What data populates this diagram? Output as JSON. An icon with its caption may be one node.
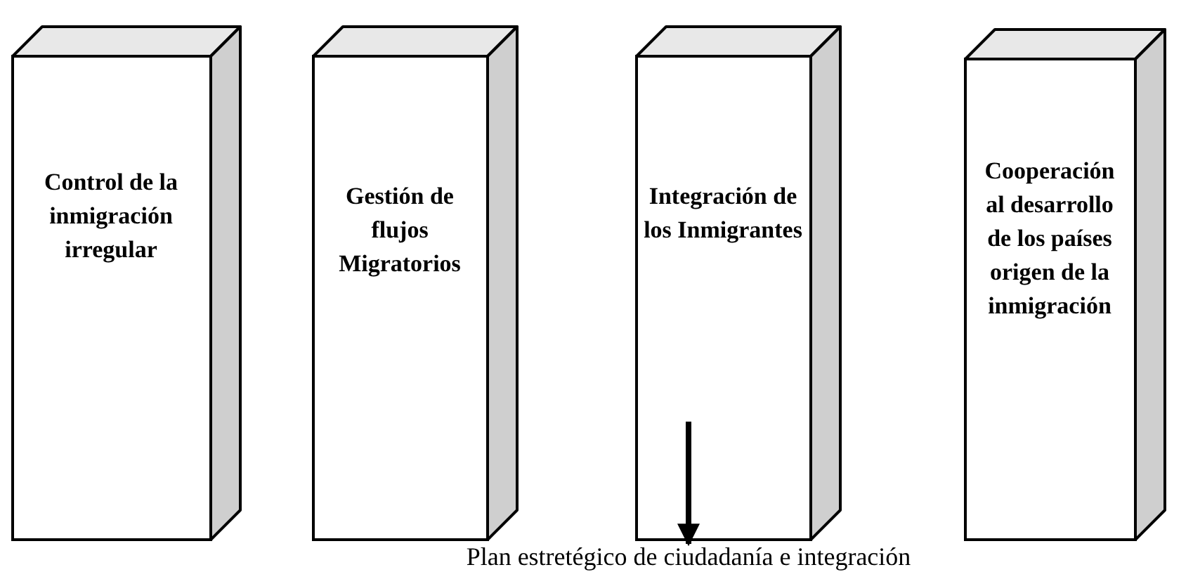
{
  "diagram": {
    "nodes": [
      {
        "text": [
          "Control de la inmigración irregular"
        ]
      },
      {
        "text": [
          "Gestión de flujos Migratorios"
        ]
      },
      {
        "text": [
          "Integración de los Inmigrantes"
        ]
      },
      {
        "text": [
          "Cooperación al desarrollo de los países origen de la inmigración"
        ]
      },
      {
        "text": [
          "Plan estretégico de ciudadanía e integración"
        ]
      }
    ],
    "edges": [
      {
        "from": 2,
        "to": 4,
        "arrow": "to"
      }
    ]
  }
}
